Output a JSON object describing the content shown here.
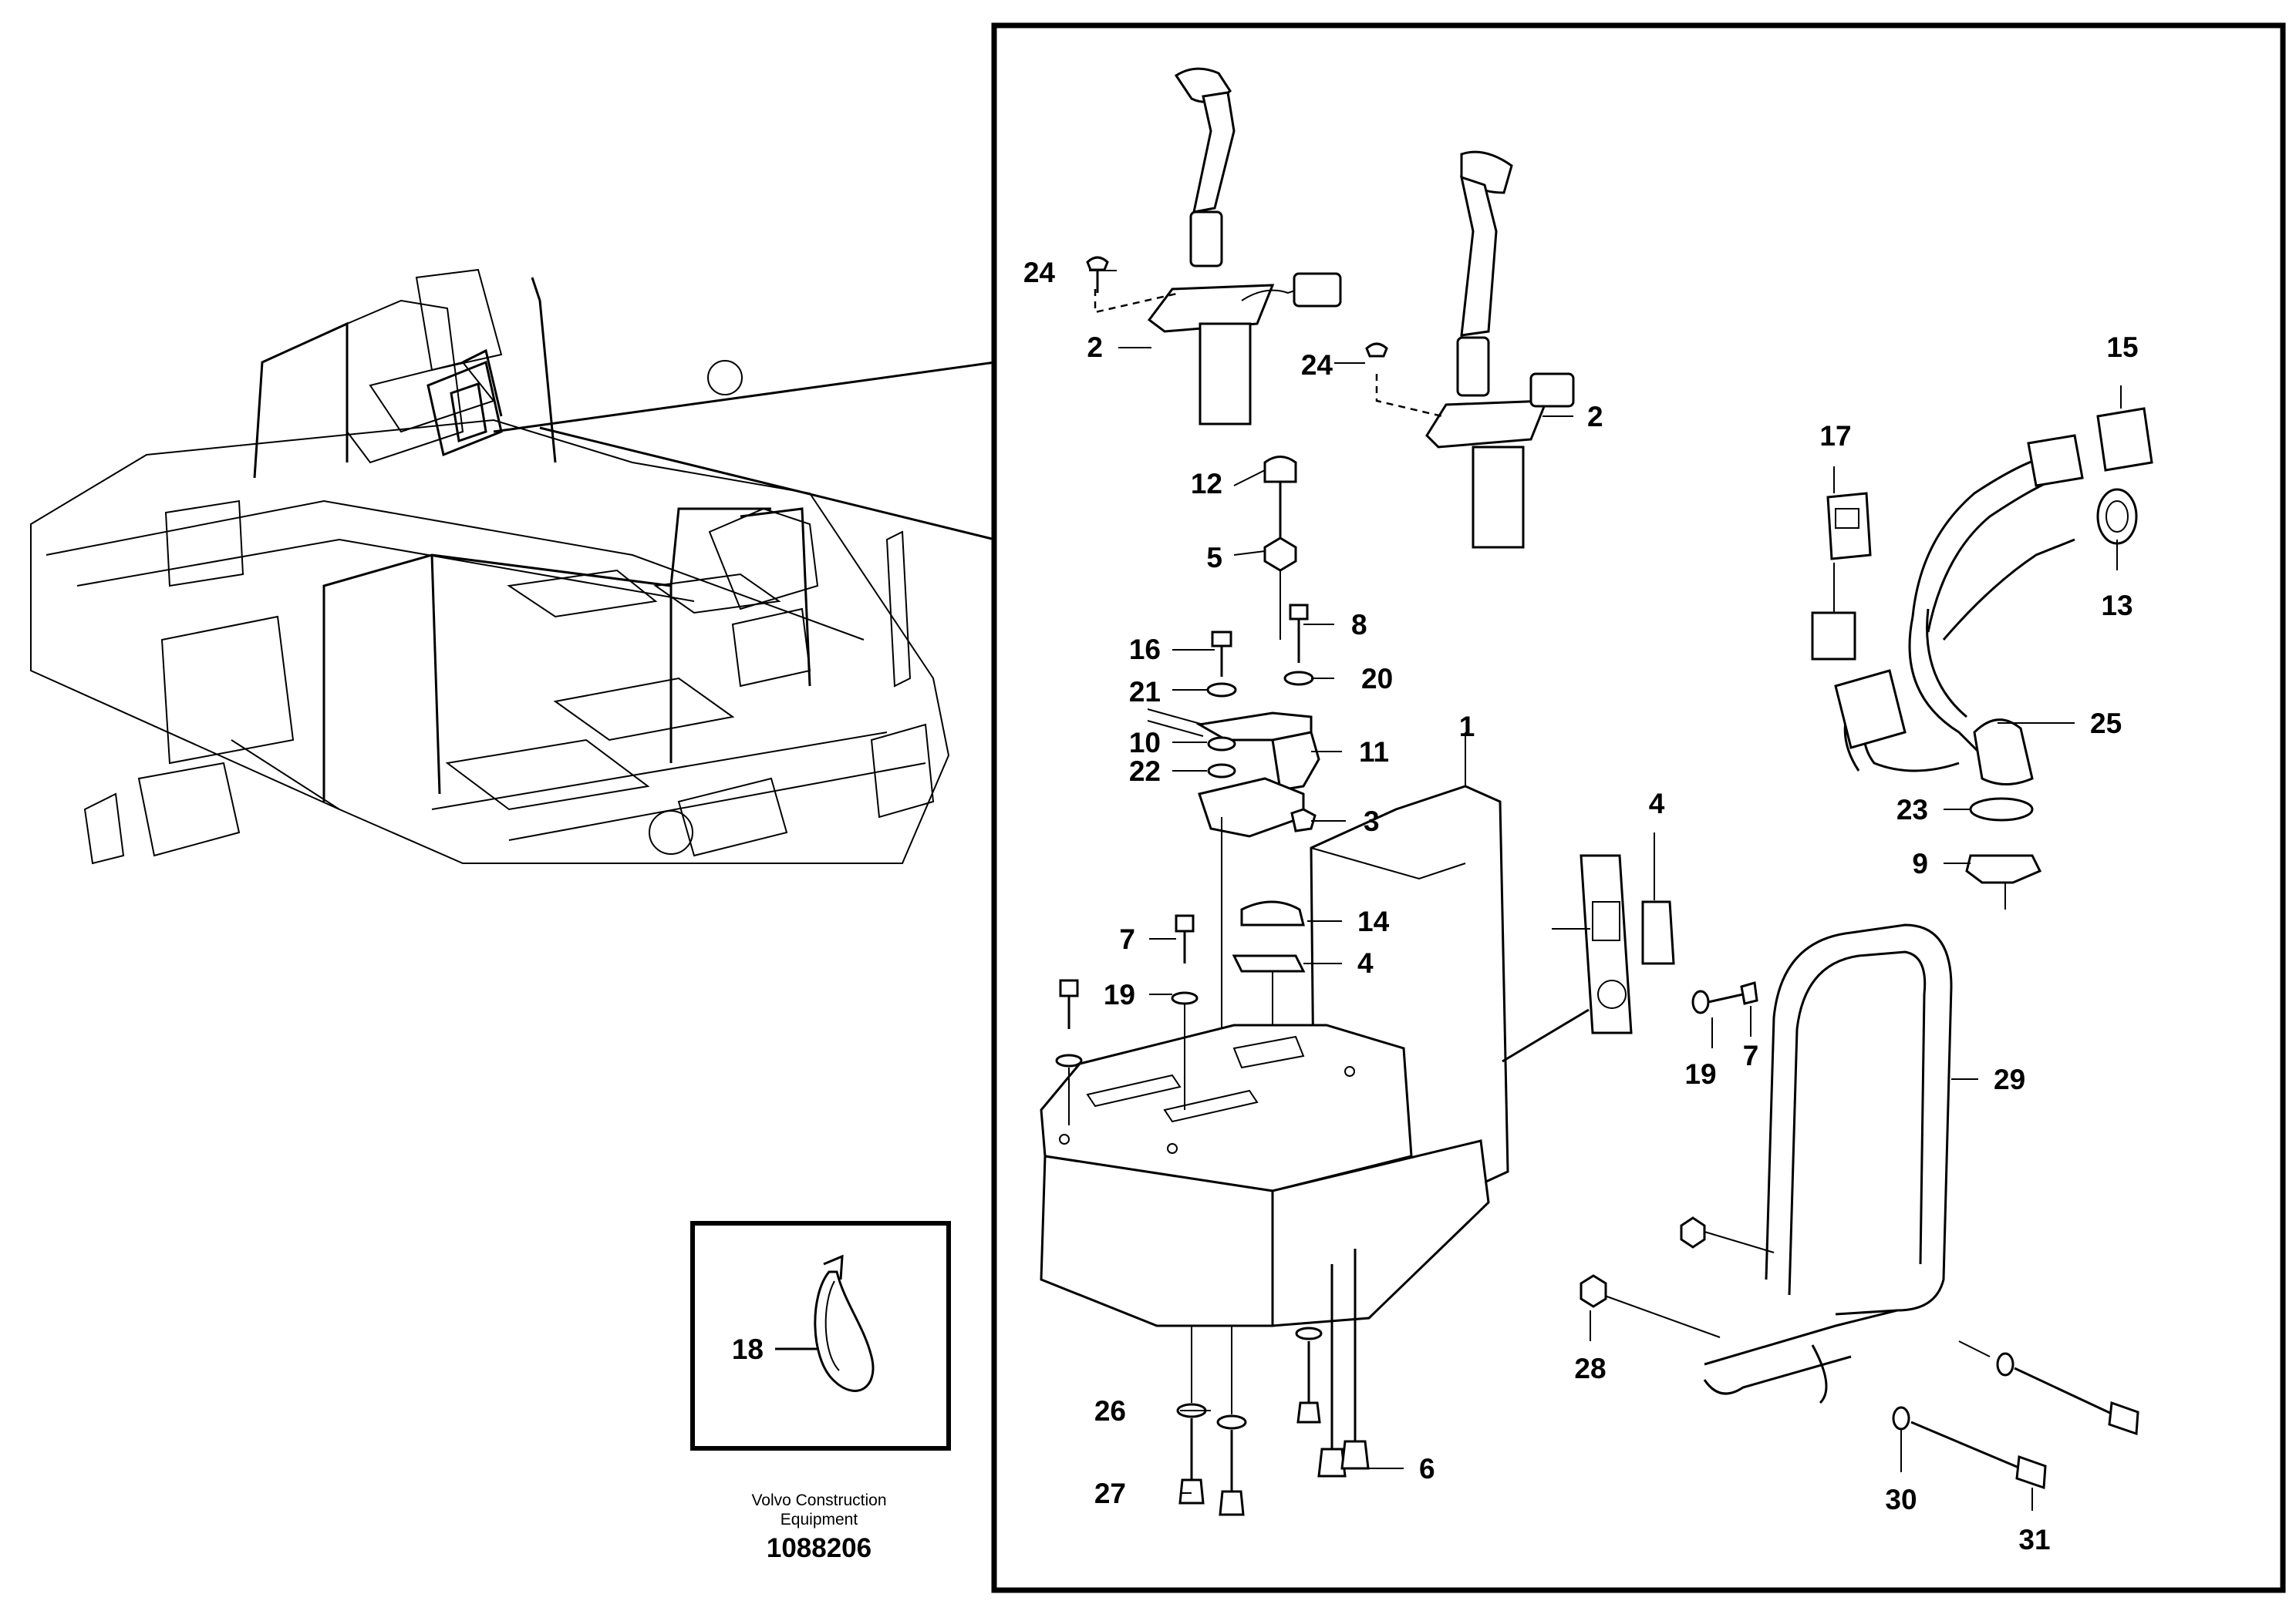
{
  "callouts": {
    "c1": "1",
    "c2a": "2",
    "c2b": "2",
    "c3": "3",
    "c4a": "4",
    "c4b": "4",
    "c5": "5",
    "c6": "6",
    "c7a": "7",
    "c7b": "7",
    "c8": "8",
    "c9": "9",
    "c10": "10",
    "c11": "11",
    "c12": "12",
    "c13": "13",
    "c14": "14",
    "c15": "15",
    "c16": "16",
    "c17": "17",
    "c18": "18",
    "c19a": "19",
    "c19b": "19",
    "c20": "20",
    "c21": "21",
    "c22": "22",
    "c23": "23",
    "c24a": "24",
    "c24b": "24",
    "c25": "25",
    "c26": "26",
    "c27": "27",
    "c28": "28",
    "c29": "29",
    "c30": "30",
    "c31": "31"
  },
  "footer": {
    "brand_line1": "Volvo Construction",
    "brand_line2": "Equipment",
    "document_number": "1088206"
  }
}
